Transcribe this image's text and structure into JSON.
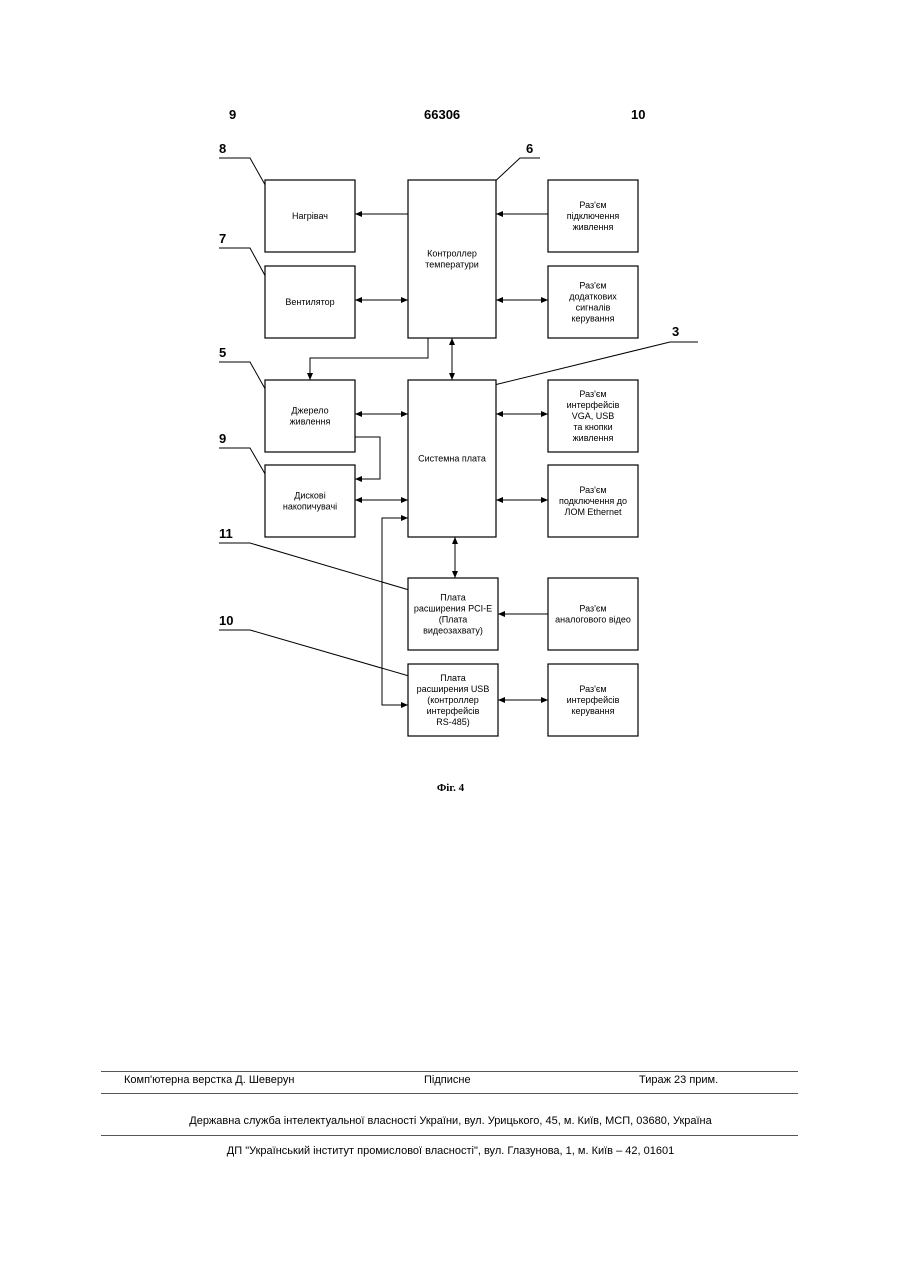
{
  "header": {
    "left": "9",
    "center": "66306",
    "right": "10"
  },
  "diagram": {
    "nodes": {
      "heater": [
        "Нагрівач"
      ],
      "fan": [
        "Вентилятор"
      ],
      "temp_ctrl": [
        "Контроллер",
        "температури"
      ],
      "power_connector": [
        "Раз'єм",
        "підключення",
        "живлення"
      ],
      "extra_signals_connector": [
        "Раз'єм",
        "додаткових",
        "сигналів",
        "керування"
      ],
      "power_supply": [
        "Джерело",
        "живлення"
      ],
      "disk_drives": [
        "Дискові",
        "накопичувачі"
      ],
      "motherboard": [
        "Системна плата"
      ],
      "vga_usb_connector": [
        "Раз'єм",
        "интерфейсів",
        "VGA, USB",
        "та кнопки",
        "живлення"
      ],
      "ethernet_connector": [
        "Раз'єм",
        "подключення до",
        "ЛОМ Ethernet"
      ],
      "pcie_board": [
        "Плата",
        "расширения PCI-E",
        "(Плата",
        "видеозахвату)"
      ],
      "analog_video_connector": [
        "Раз'єм",
        "аналогового відео"
      ],
      "usb_board": [
        "Плата",
        "расширения USB",
        "(контроллер",
        "интерфейсів",
        "RS-485)"
      ],
      "control_if_connector": [
        "Раз'єм",
        "интерфейсів",
        "керування"
      ]
    },
    "refs": {
      "heater": "8",
      "fan": "7",
      "temp_ctrl": "6",
      "motherboard": "3",
      "power_supply": "5",
      "disk_drives": "9",
      "pcie_board": "11",
      "usb_board": "10"
    }
  },
  "caption": "Фіг. 4",
  "footer": {
    "layout": "Комп'ютерна верстка Д. Шеверун",
    "signed": "Підписне",
    "circulation": "Тираж 23 прим.",
    "service": "Державна служба інтелектуальної власності України, вул. Урицького, 45, м. Київ, МСП, 03680, Україна",
    "institute": "ДП \"Український інститут промислової власності\", вул. Глазунова, 1, м. Київ – 42, 01601"
  }
}
